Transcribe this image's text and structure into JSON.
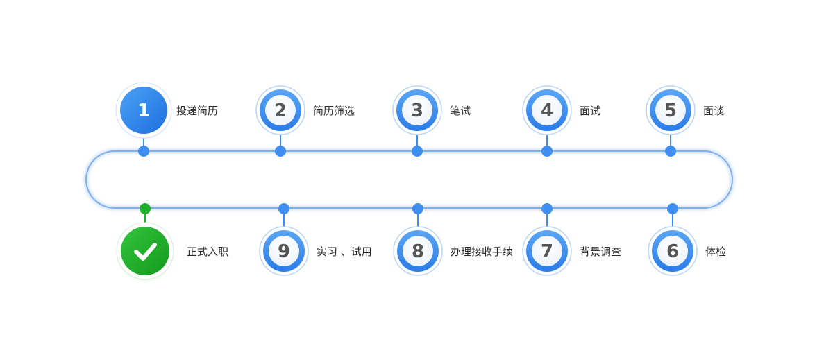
{
  "title": "",
  "steps": [
    {
      "number": "1",
      "label": "投递简历",
      "row": "top",
      "state": "active"
    },
    {
      "number": "2",
      "label": "简历筛选",
      "row": "top",
      "state": "normal"
    },
    {
      "number": "3",
      "label": "笔试",
      "row": "top",
      "state": "normal"
    },
    {
      "number": "4",
      "label": "面试",
      "row": "top",
      "state": "normal"
    },
    {
      "number": "5",
      "label": "面谈",
      "row": "top",
      "state": "normal"
    },
    {
      "number": "6",
      "label": "体检",
      "row": "bottom",
      "state": "normal"
    },
    {
      "number": "7",
      "label": "背景调查",
      "row": "bottom",
      "state": "normal"
    },
    {
      "number": "8",
      "label": "办理接收手续",
      "row": "bottom",
      "state": "normal"
    },
    {
      "number": "9",
      "label": "实习 、试用",
      "row": "bottom",
      "state": "normal"
    },
    {
      "number": "",
      "label": "正式入职",
      "row": "bottom",
      "state": "complete",
      "icon": "checkmark-icon"
    }
  ],
  "colors": {
    "track": "#7fb0ec",
    "accent": "#3a8ef0",
    "number_text": "#555555",
    "complete": "#1fb02a"
  }
}
